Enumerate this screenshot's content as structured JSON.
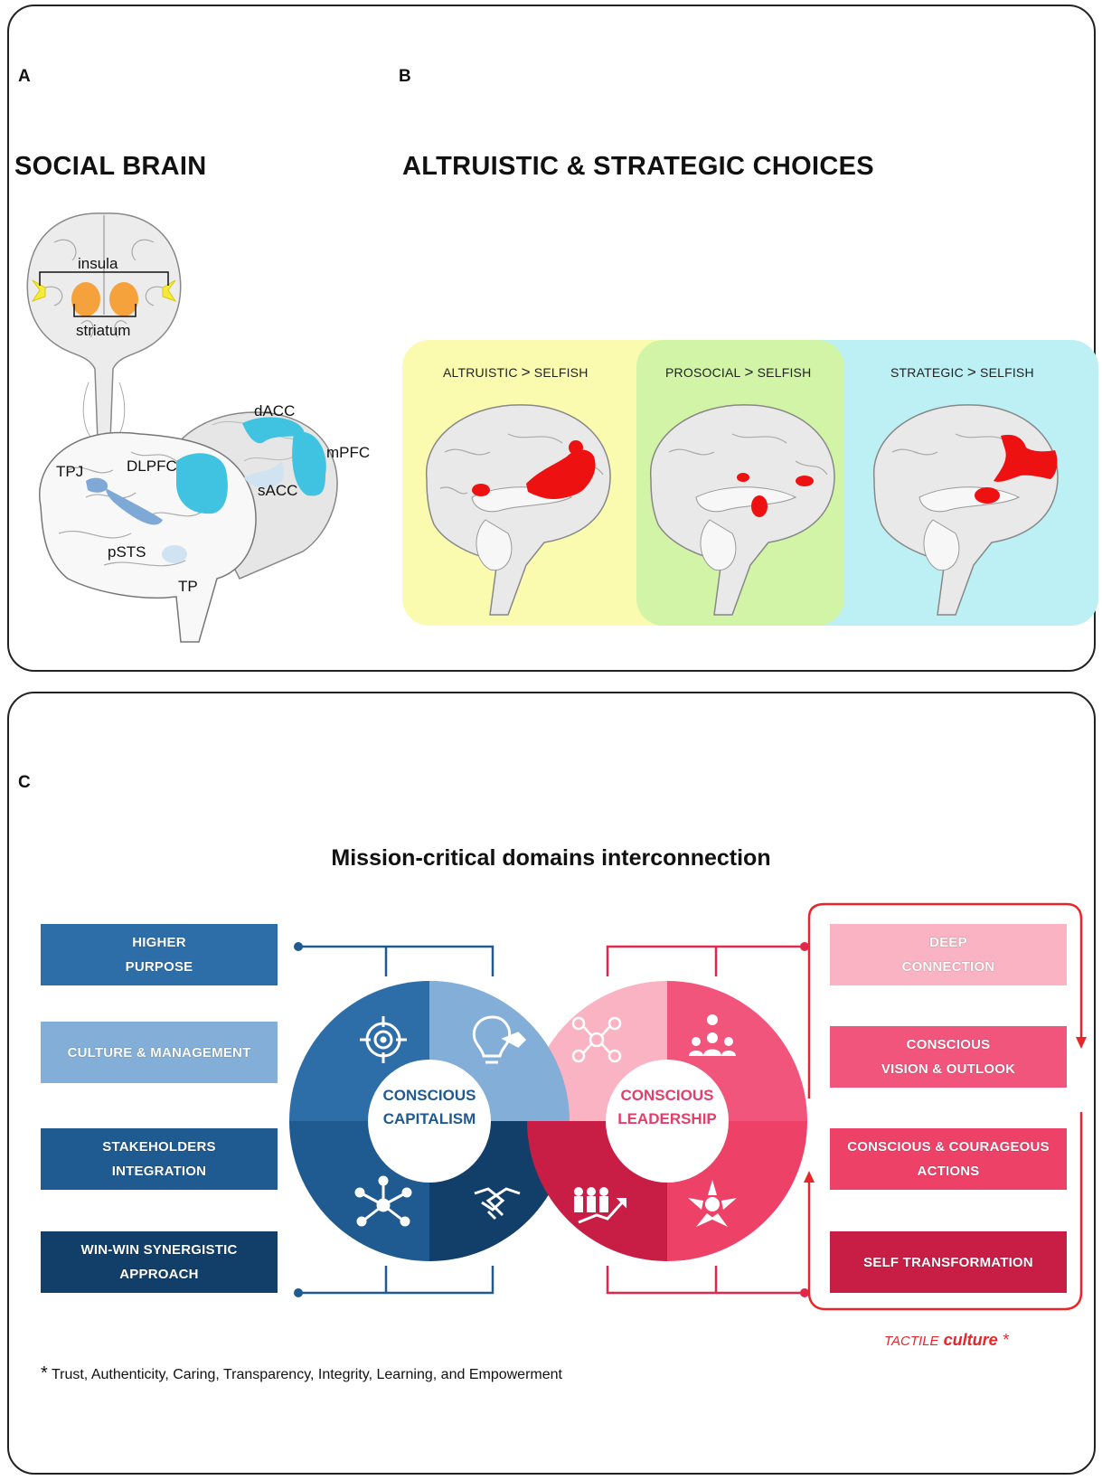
{
  "panel_a": {
    "letter": "A",
    "title": "SOCIAL BRAIN",
    "labels": {
      "insula": "insula",
      "striatum": "striatum",
      "dacc": "dACC",
      "mpfc": "mPFC",
      "tpj": "TPJ",
      "dlpfc": "DLPFC",
      "sacc": "sACC",
      "psts": "pSTS",
      "tp": "TP"
    },
    "colors": {
      "insula": "#f5e93a",
      "striatum": "#f6a23c",
      "cyan_region": "#3fc3e0",
      "blue_region": "#7ea9d6",
      "pale_region": "#cfe3f3"
    }
  },
  "panel_b": {
    "letter": "B",
    "title": "ALTRUISTIC & STRATEGIC CHOICES",
    "comparisons": [
      {
        "left": "ALTRUISTIC",
        "op": ">",
        "right": "SELFISH",
        "bg": "#fbfbb0"
      },
      {
        "left": "PROSOCIAL",
        "op": ">",
        "right": "SELFISH",
        "bg": "#d2f4a6"
      },
      {
        "left": "STRATEGIC",
        "op": ">",
        "right": "SELFISH",
        "bg": "#bcf0f4"
      }
    ],
    "activation_color": "#ee1111"
  },
  "panel_c": {
    "letter": "C",
    "title": "Mission-critical domains interconnection",
    "left_boxes": [
      {
        "line1": "HIGHER",
        "line2": "PURPOSE",
        "color": "#2e6ea8"
      },
      {
        "line1": "CULTURE & MANAGEMENT",
        "line2": "",
        "color": "#82aed8"
      },
      {
        "line1": "STAKEHOLDERS",
        "line2": "INTEGRATION",
        "color": "#1f5a90"
      },
      {
        "line1": "WIN-WIN SYNERGISTIC",
        "line2": "APPROACH",
        "color": "#113f6a"
      }
    ],
    "right_boxes": [
      {
        "line1": "DEEP",
        "line2": "CONNECTION",
        "color": "#f9b3c3"
      },
      {
        "line1": "CONSCIOUS",
        "line2": "VISION & OUTLOOK",
        "color": "#f2557c"
      },
      {
        "line1": "CONSCIOUS & COURAGEOUS",
        "line2": "ACTIONS",
        "color": "#ee4168"
      },
      {
        "line1": "SELF TRANSFORMATION",
        "line2": "",
        "color": "#c81d45"
      }
    ],
    "capitalism_ring": {
      "line1": "CONSCIOUS",
      "line2": "CAPITALISM",
      "text_color": "#1f5a90",
      "quadrant_colors": [
        "#2e6ea8",
        "#82aed8",
        "#1f5a90",
        "#113f6a"
      ],
      "icons": [
        "target-icon",
        "lightbulb-tag-icon",
        "network-hub-icon",
        "handshake-icon"
      ]
    },
    "leadership_ring": {
      "line1": "CONSCIOUS",
      "line2": "LEADERSHIP",
      "text_color": "#e0406a",
      "quadrant_colors": [
        "#f9b3c3",
        "#f2557c",
        "#c81d45",
        "#ee4168"
      ],
      "icons": [
        "people-network-icon",
        "team-idea-icon",
        "growth-team-icon",
        "united-hands-icon"
      ]
    },
    "tactile": {
      "italic_caps": "TACTILE",
      "bold_word": "culture",
      "asterisk": "*"
    },
    "footnote": {
      "asterisk": "*",
      "text": "Trust, Authenticity, Caring, Transparency, Integrity, Learning, and Empowerment"
    },
    "connector_colors": {
      "blue": "#1f5a90",
      "red": "#e0294a",
      "arrow": "#e8262a"
    }
  }
}
